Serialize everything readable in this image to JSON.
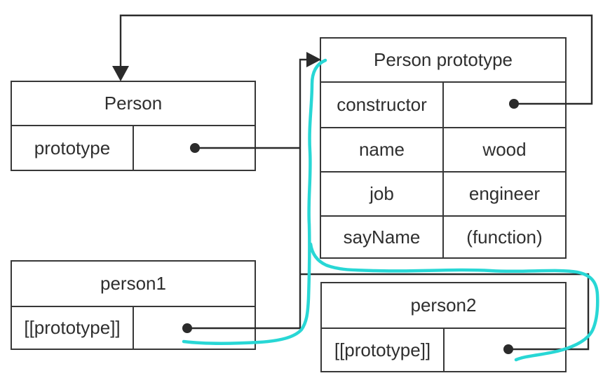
{
  "diagram": {
    "colors": {
      "background": "#ffffff",
      "line": "#2b2b2b",
      "border": "#383838",
      "text": "#2f2f2f",
      "highlight": "#28d7d5"
    },
    "boxes": {
      "person": {
        "title": "Person",
        "rows": [
          {
            "label": "prototype",
            "value": ""
          }
        ]
      },
      "person_prototype": {
        "title": "Person prototype",
        "rows": [
          {
            "label": "constructor",
            "value": ""
          },
          {
            "label": "name",
            "value": "wood"
          },
          {
            "label": "job",
            "value": "engineer"
          },
          {
            "label": "sayName",
            "value": "(function)"
          }
        ]
      },
      "person1": {
        "title": "person1",
        "rows": [
          {
            "label": "[[prototype]]",
            "value": ""
          }
        ]
      },
      "person2": {
        "title": "person2",
        "rows": [
          {
            "label": "[[prototype]]",
            "value": ""
          }
        ]
      }
    }
  }
}
